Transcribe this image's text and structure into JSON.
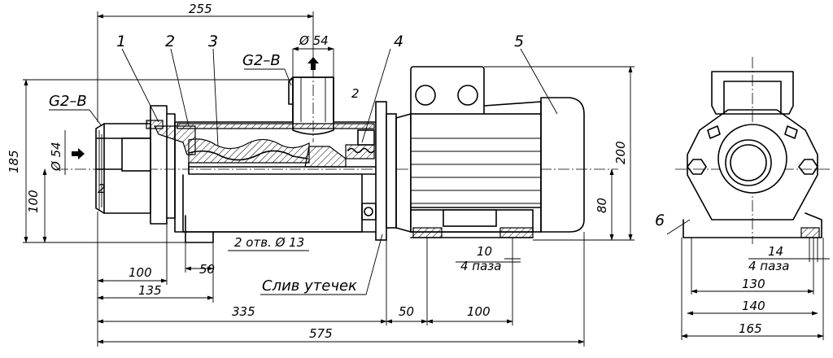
{
  "part_labels": {
    "p1": "1",
    "p2": "2",
    "p3": "3",
    "p4": "4",
    "p5": "5",
    "p6": "6"
  },
  "thread_labels": {
    "outlet": "G2–B",
    "inlet": "G2–B"
  },
  "dimensions": {
    "d255": "255",
    "d54_top": "Ø 54",
    "d54_side": "Ø 54",
    "d2_top": "2",
    "d2_side": "2",
    "d185": "185",
    "d100_v": "100",
    "d200": "200",
    "d80": "80",
    "holes": "2 отв. Ø 13",
    "d100": "100",
    "d50": "50",
    "d135": "135",
    "d335": "335",
    "d50b": "50",
    "d100b": "100",
    "d575": "575",
    "d10": "10",
    "slots_a": "4 паза",
    "d14": "14",
    "slots_b": "4 паза",
    "d130": "130",
    "d140": "140",
    "d165": "165"
  },
  "notes": {
    "drain": "Слив утечек"
  }
}
